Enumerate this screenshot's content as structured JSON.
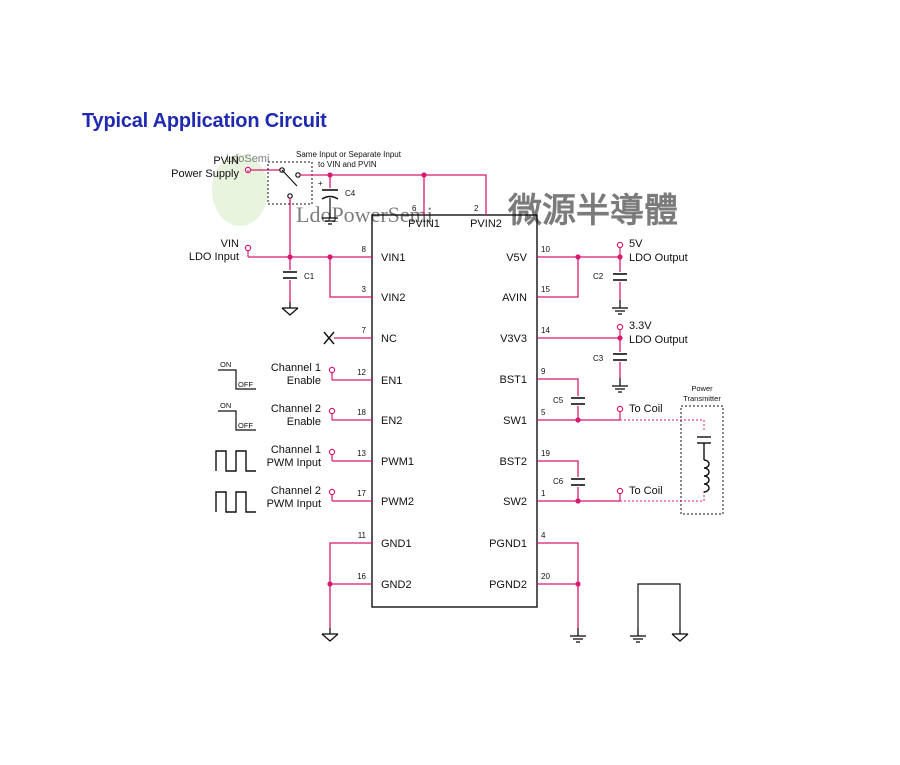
{
  "title": "Typical Application Circuit",
  "watermark": {
    "latin": "LdoPowerSemi",
    "cjk": "微源半導體",
    "logo_small": "LdoSemi"
  },
  "inputs": {
    "pvin_name": "PVIN",
    "pvin_desc": "Power Supply",
    "vin_name": "VIN",
    "vin_desc": "LDO Input",
    "switch_note_line1": "Same Input or Separate Input",
    "switch_note_line2": "to VIN and PVIN"
  },
  "capacitors": {
    "c1": "C1",
    "c2": "C2",
    "c3": "C3",
    "c4": "C4",
    "c5": "C5",
    "c6": "C6"
  },
  "chip": {
    "top_pins": [
      {
        "num": "6",
        "name": "PVIN1"
      },
      {
        "num": "2",
        "name": "PVIN2"
      }
    ],
    "left_pins": [
      {
        "num": "8",
        "name": "VIN1"
      },
      {
        "num": "3",
        "name": "VIN2"
      },
      {
        "num": "7",
        "name": "NC"
      },
      {
        "num": "12",
        "name": "EN1"
      },
      {
        "num": "18",
        "name": "EN2"
      },
      {
        "num": "13",
        "name": "PWM1"
      },
      {
        "num": "17",
        "name": "PWM2"
      },
      {
        "num": "11",
        "name": "GND1"
      },
      {
        "num": "16",
        "name": "GND2"
      }
    ],
    "right_pins": [
      {
        "num": "10",
        "name": "V5V"
      },
      {
        "num": "15",
        "name": "AVIN"
      },
      {
        "num": "14",
        "name": "V3V3"
      },
      {
        "num": "9",
        "name": "BST1"
      },
      {
        "num": "5",
        "name": "SW1"
      },
      {
        "num": "19",
        "name": "BST2"
      },
      {
        "num": "1",
        "name": "SW2"
      },
      {
        "num": "4",
        "name": "PGND1"
      },
      {
        "num": "20",
        "name": "PGND2"
      }
    ]
  },
  "left_signals": {
    "ch1_enable_line1": "Channel 1",
    "ch1_enable_line2": "Enable",
    "ch2_enable_line1": "Channel 2",
    "ch2_enable_line2": "Enable",
    "ch1_pwm_line1": "Channel 1",
    "ch1_pwm_line2": "PWM Input",
    "ch2_pwm_line1": "Channel 2",
    "ch2_pwm_line2": "PWM Input",
    "on": "ON",
    "off": "OFF"
  },
  "outputs": {
    "v5_line1": "5V",
    "v5_line2": "LDO Output",
    "v33_line1": "3.3V",
    "v33_line2": "LDO Output",
    "to_coil_1": "To Coil",
    "to_coil_2": "To Coil",
    "transmitter_line1": "Power",
    "transmitter_line2": "Transmitter"
  },
  "colors": {
    "wire": "#d81b72",
    "ink": "#111111",
    "title": "#1f2ab0",
    "watermark": "#7fb0dc"
  }
}
